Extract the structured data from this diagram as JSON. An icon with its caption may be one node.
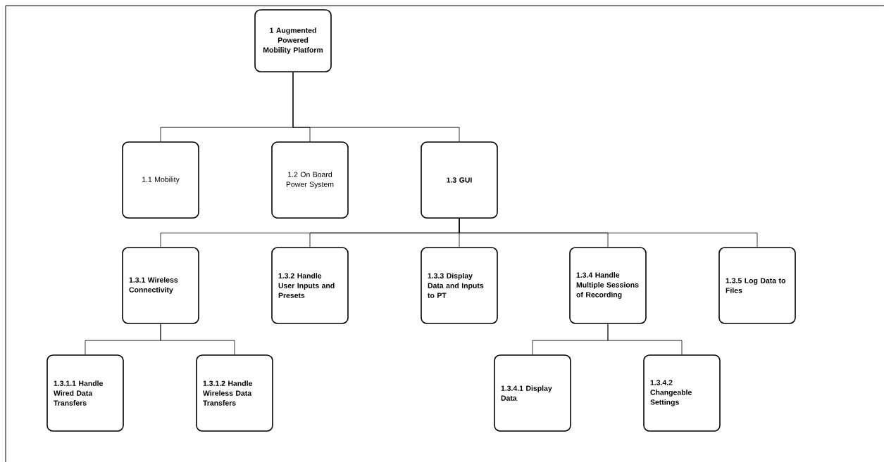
{
  "diagram": {
    "nodes": [
      {
        "text": [
          "1 Augmented Powered Mobility Platform"
        ]
      },
      {
        "text": [
          "1.1 Mobility"
        ]
      },
      {
        "text": [
          "1.2 On Board Power System"
        ]
      },
      {
        "text": [
          "1.3 GUI"
        ]
      },
      {
        "text": [
          "1.3.1 Wireless Connectivity"
        ]
      },
      {
        "text": [
          "1.3.2 Handle User Inputs and Presets"
        ]
      },
      {
        "text": [
          "1.3.3 Display Data and Inputs to PT"
        ]
      },
      {
        "text": [
          "1.3.4 Handle Multiple Sessions of Recording"
        ]
      },
      {
        "text": [
          "1.3.5 Log Data to Files"
        ]
      },
      {
        "text": [
          "1.3.1.1 Handle Wired Data Transfers"
        ]
      },
      {
        "text": [
          "1.3.1.2 Handle Wireless Data Transfers"
        ]
      },
      {
        "text": [
          "1.3.4.1 Display Data"
        ]
      },
      {
        "text": [
          "1.3.4.2 Changeable Settings"
        ]
      }
    ],
    "edges": [
      {
        "from": 0,
        "to": 1,
        "arrow": "none"
      },
      {
        "from": 0,
        "to": 2,
        "arrow": "none"
      },
      {
        "from": 0,
        "to": 3,
        "arrow": "none"
      },
      {
        "from": 3,
        "to": 4,
        "arrow": "none"
      },
      {
        "from": 3,
        "to": 5,
        "arrow": "none"
      },
      {
        "from": 3,
        "to": 6,
        "arrow": "none"
      },
      {
        "from": 3,
        "to": 7,
        "arrow": "none"
      },
      {
        "from": 3,
        "to": 8,
        "arrow": "none"
      },
      {
        "from": 4,
        "to": 9,
        "arrow": "none"
      },
      {
        "from": 4,
        "to": 10,
        "arrow": "none"
      },
      {
        "from": 7,
        "to": 11,
        "arrow": "none"
      },
      {
        "from": 7,
        "to": 12,
        "arrow": "none"
      }
    ]
  }
}
